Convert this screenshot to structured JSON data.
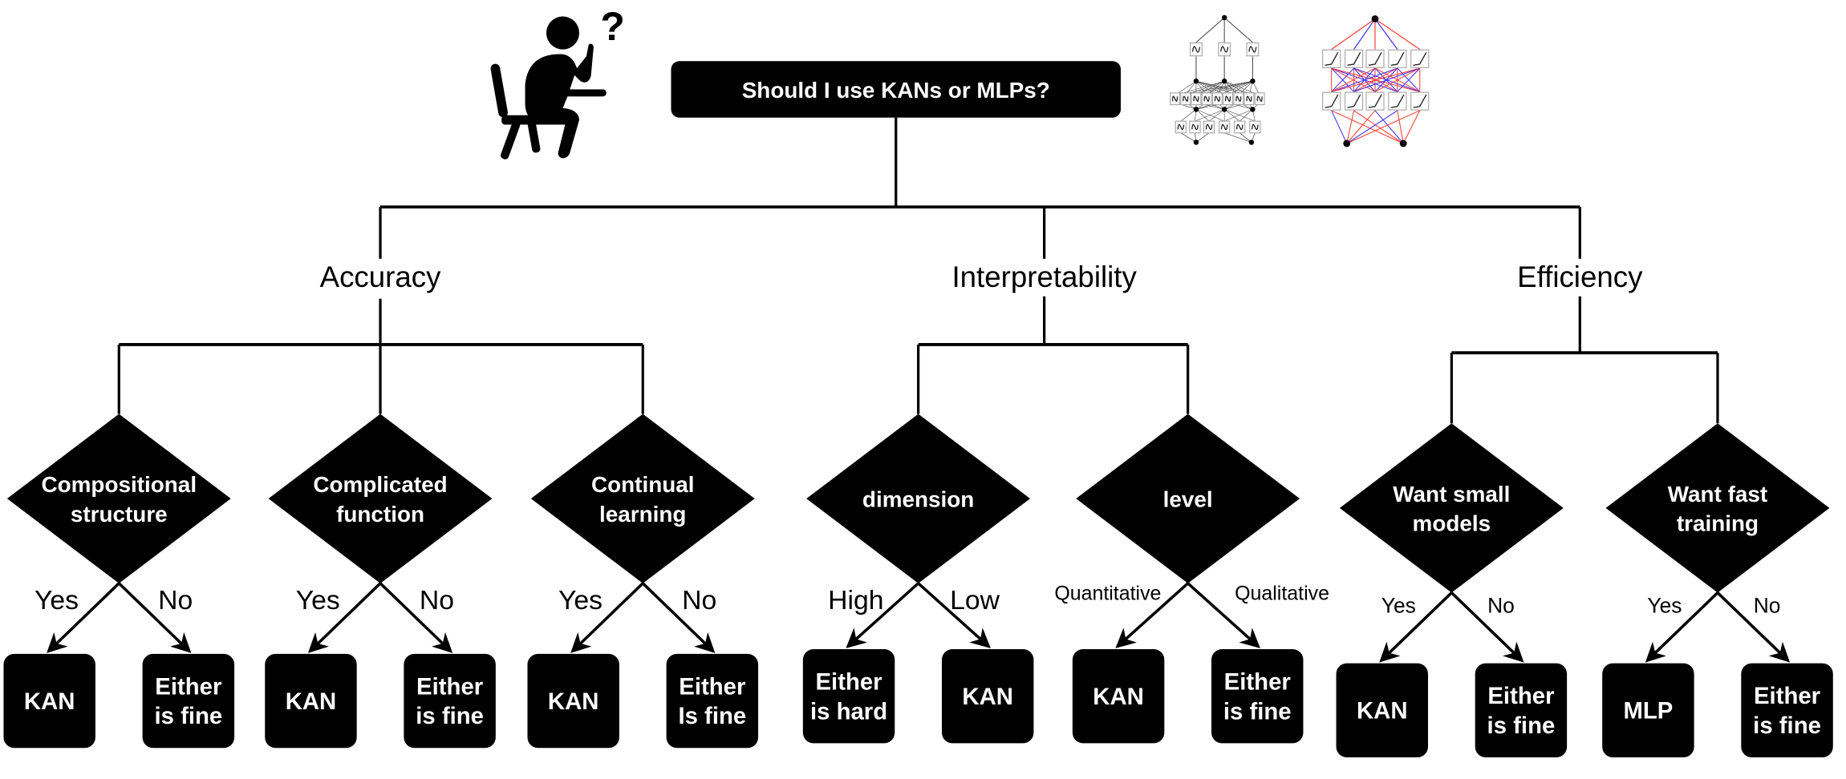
{
  "root": {
    "question": "Should I use KANs or MLPs?"
  },
  "icons": {
    "thinker": "thinking-person-icon",
    "question_mark": "?",
    "mlp_diagram": "kan-network-diagram-icon",
    "kan_diagram": "colored-kan-network-diagram-icon"
  },
  "colors": {
    "node_fill": "#000000",
    "node_text": "#ffffff",
    "line": "#000000",
    "positive_edge": "#ff3b30",
    "negative_edge": "#3a2cff"
  },
  "categories": [
    {
      "label": "Accuracy",
      "questions": [
        {
          "lines": [
            "Compositional",
            "structure"
          ],
          "left_label": "Yes",
          "right_label": "No",
          "left_leaf": [
            "KAN"
          ],
          "right_leaf": [
            "Either",
            "is fine"
          ]
        },
        {
          "lines": [
            "Complicated",
            "function"
          ],
          "left_label": "Yes",
          "right_label": "No",
          "left_leaf": [
            "KAN"
          ],
          "right_leaf": [
            "Either",
            "is fine"
          ]
        },
        {
          "lines": [
            "Continual",
            "learning"
          ],
          "left_label": "Yes",
          "right_label": "No",
          "left_leaf": [
            "KAN"
          ],
          "right_leaf": [
            "Either",
            "Is fine"
          ]
        }
      ]
    },
    {
      "label": "Interpretability",
      "questions": [
        {
          "lines": [
            "dimension"
          ],
          "left_label": "High",
          "right_label": "Low",
          "left_leaf": [
            "Either",
            "is hard"
          ],
          "right_leaf": [
            "KAN"
          ]
        },
        {
          "lines": [
            "level"
          ],
          "left_label": "Quantitative",
          "right_label": "Qualitative",
          "left_leaf": [
            "KAN"
          ],
          "right_leaf": [
            "Either",
            "is fine"
          ]
        }
      ]
    },
    {
      "label": "Efficiency",
      "questions": [
        {
          "lines": [
            "Want small",
            "models"
          ],
          "left_label": "Yes",
          "right_label": "No",
          "left_leaf": [
            "KAN"
          ],
          "right_leaf": [
            "Either",
            "is fine"
          ]
        },
        {
          "lines": [
            "Want fast",
            "training"
          ],
          "left_label": "Yes",
          "right_label": "No",
          "left_leaf": [
            "MLP"
          ],
          "right_leaf": [
            "Either",
            "is fine"
          ]
        }
      ]
    }
  ]
}
